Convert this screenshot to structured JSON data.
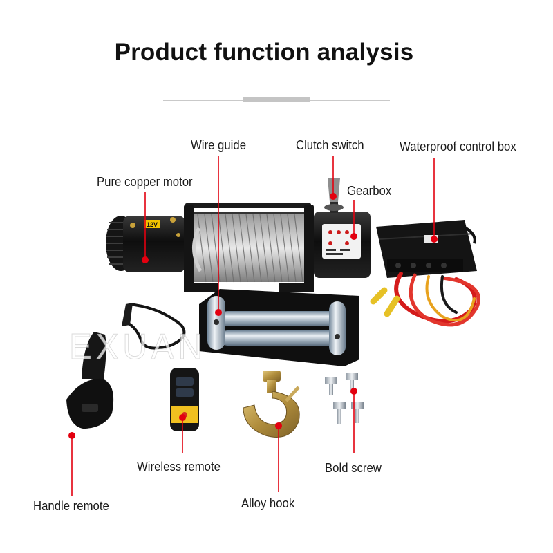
{
  "title": "Product function analysis",
  "watermark": "EXUAN",
  "accent_color": "#e3000f",
  "labels": {
    "wire_guide": "Wire guide",
    "clutch_switch": "Clutch switch",
    "waterproof_control_box": "Waterproof control box",
    "pure_copper_motor": "Pure copper motor",
    "gearbox": "Gearbox",
    "wireless_remote": "Wireless remote",
    "bold_screw": "Bold screw",
    "handle_remote": "Handle remote",
    "alloy_hook": "Alloy hook"
  },
  "product_marks": {
    "voltage": "12V"
  }
}
